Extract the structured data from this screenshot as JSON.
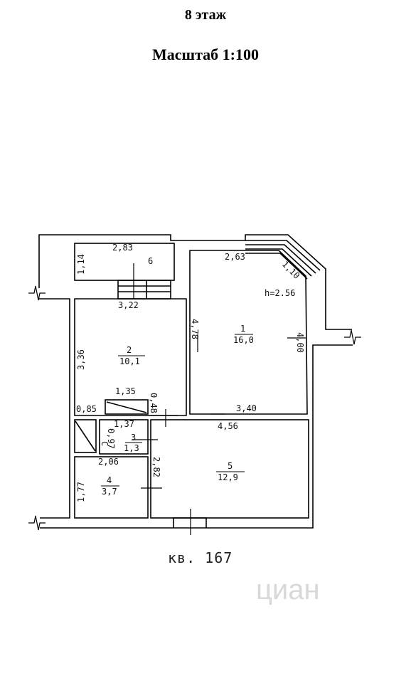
{
  "header": {
    "floor": "8 этаж",
    "scale": "Масштаб 1:100"
  },
  "plan": {
    "apartment": "кв. 167",
    "height_note": "h=2.56",
    "watermark": "циан",
    "rooms": [
      {
        "number": "1",
        "area": "16,0"
      },
      {
        "number": "2",
        "area": "10,1"
      },
      {
        "number": "3",
        "area": "1,3"
      },
      {
        "number": "4",
        "area": "3,7"
      },
      {
        "number": "5",
        "area": "12,9"
      },
      {
        "number": "6",
        "area": ""
      }
    ],
    "dimensions": {
      "balcony_width": "2,83",
      "balcony_depth": "1,14",
      "room1_top": "2,63",
      "room1_bay": "1,10",
      "room1_left": "4,78",
      "room1_right": "4,00",
      "room1_bottom": "3,40",
      "room2_top": "3,22",
      "room2_left": "3,36",
      "closet_width": "1,35",
      "closet_depth": "0,48",
      "corridor_width": "0,85",
      "bath_width": "1,37",
      "bath_depth": "0,97",
      "bath_label": "С",
      "wc_width": "2,06",
      "wc_depth": "1,77",
      "hall_depth": "2,82",
      "hall_width": "4,56"
    }
  }
}
